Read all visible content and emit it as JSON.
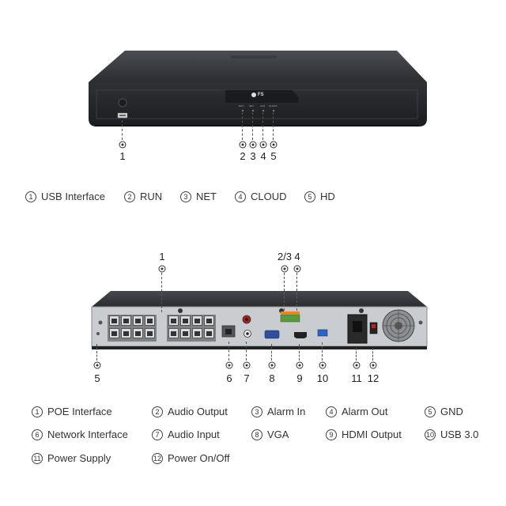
{
  "brand": {
    "logo_text": "FS"
  },
  "front": {
    "led_labels": [
      "RUN",
      "NET",
      "ALM",
      "CLOUD"
    ],
    "callouts": [
      {
        "num": "1"
      },
      {
        "num": "2"
      },
      {
        "num": "3"
      },
      {
        "num": "4"
      },
      {
        "num": "5"
      }
    ],
    "legend": [
      {
        "num": "1",
        "label": "USB Interface"
      },
      {
        "num": "2",
        "label": "RUN"
      },
      {
        "num": "3",
        "label": "NET"
      },
      {
        "num": "4",
        "label": "CLOUD"
      },
      {
        "num": "5",
        "label": "HD"
      }
    ]
  },
  "rear": {
    "top_callouts": [
      {
        "num": "1"
      },
      {
        "num": "2/3"
      },
      {
        "num": "4"
      }
    ],
    "bottom_callouts": [
      {
        "num": "5"
      },
      {
        "num": "6"
      },
      {
        "num": "7"
      },
      {
        "num": "8"
      },
      {
        "num": "9"
      },
      {
        "num": "10"
      },
      {
        "num": "11"
      },
      {
        "num": "12"
      }
    ],
    "legend": [
      {
        "num": "1",
        "label": "POE Interface"
      },
      {
        "num": "2",
        "label": "Audio Output"
      },
      {
        "num": "3",
        "label": "Alarm In"
      },
      {
        "num": "4",
        "label": "Alarm Out"
      },
      {
        "num": "5",
        "label": "GND"
      },
      {
        "num": "6",
        "label": "Network Interface"
      },
      {
        "num": "7",
        "label": "Audio Input"
      },
      {
        "num": "8",
        "label": "VGA"
      },
      {
        "num": "9",
        "label": "HDMI Output"
      },
      {
        "num": "10",
        "label": "USB 3.0"
      },
      {
        "num": "11",
        "label": "Power Supply"
      },
      {
        "num": "12",
        "label": "Power On/Off"
      }
    ]
  },
  "colors": {
    "chassis": "#2a2c30",
    "panel": "#c9ccd0",
    "accent": "#e8881c"
  }
}
